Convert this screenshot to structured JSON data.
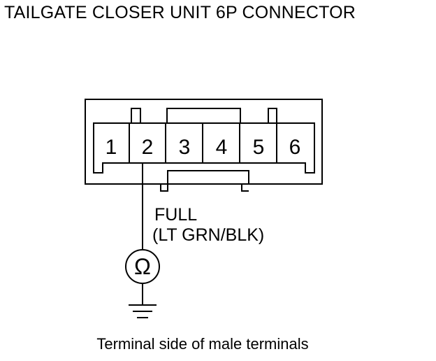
{
  "title": "TAILGATE CLOSER UNIT 6P CONNECTOR",
  "connector": {
    "terminals": [
      "1",
      "2",
      "3",
      "4",
      "5",
      "6"
    ],
    "measured_terminal": "2"
  },
  "wire": {
    "name": "FULL",
    "color": "(LT GRN/BLK)"
  },
  "meter": {
    "symbol": "Ω",
    "symbol_name": "ohm-icon"
  },
  "ground": {
    "symbol_name": "ground-icon"
  },
  "caption": "Terminal side of male terminals"
}
